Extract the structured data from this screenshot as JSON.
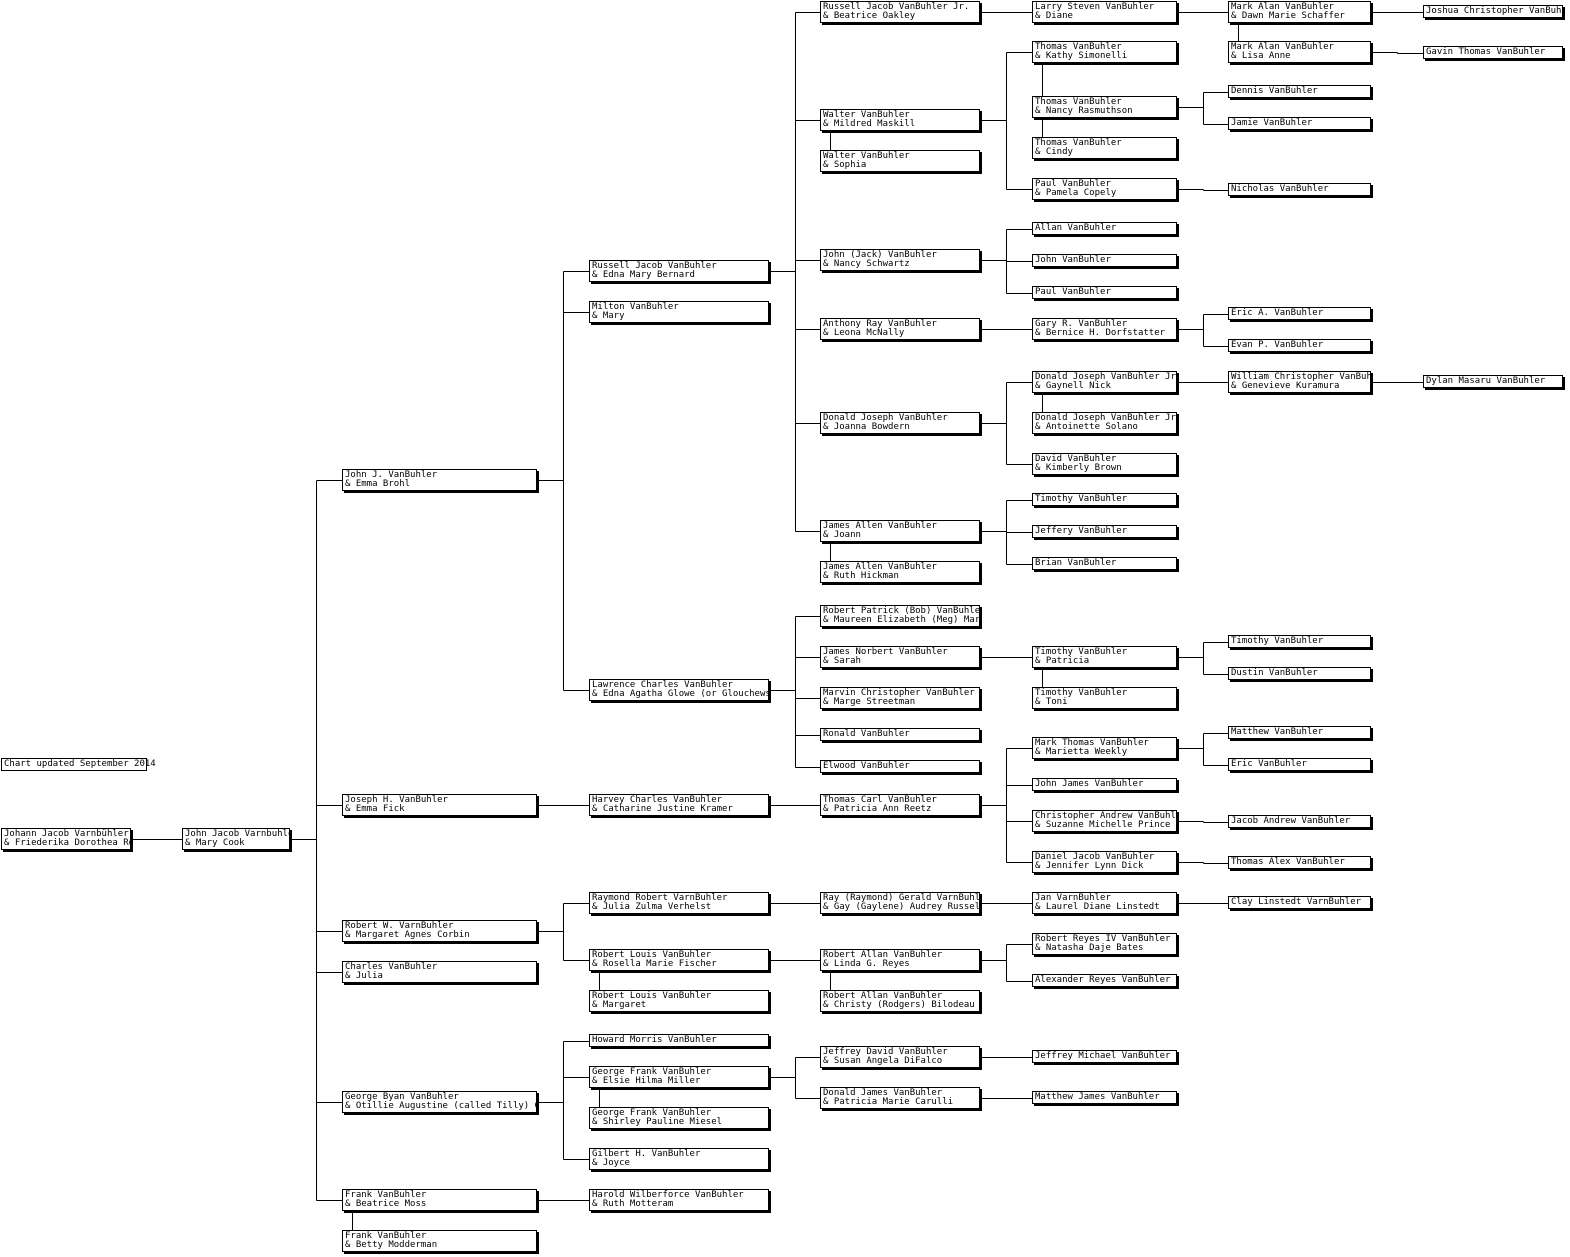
{
  "note": "Chart updated September 2014",
  "people": {
    "g0": [
      "Johann Jacob Varnbühler",
      "& Friederika Dorothea Renz"
    ],
    "g1": [
      "John Jacob Varnbuhler",
      "& Mary Cook"
    ],
    "john_j": [
      "John J. VanBuhler",
      "& Emma Brohl"
    ],
    "joseph_h": [
      "Joseph H. VanBuhler",
      "& Emma Fick"
    ],
    "robert_w": [
      "Robert W. VarnBuhler",
      "& Margaret Agnes Corbin"
    ],
    "charles": [
      "Charles VanBuhler",
      "& Julia"
    ],
    "george_byan": [
      "George Byan VanBuhler",
      "& Otillie Augustine (called Tilly) Guenther"
    ],
    "frank1": [
      "Frank VanBuhler",
      "& Beatrice Moss"
    ],
    "frank2": [
      "Frank VanBuhler",
      "& Betty Modderman"
    ],
    "russell": [
      "Russell Jacob VanBuhler",
      "& Edna Mary Bernard"
    ],
    "milton": [
      "Milton VanBuhler",
      "& Mary"
    ],
    "lawrence": [
      "Lawrence Charles VanBuhler",
      "& Edna Agatha Glowe (or Glouchewski)"
    ],
    "harvey": [
      "Harvey Charles VanBuhler",
      "& Catharine Justine Kramer"
    ],
    "raymond_r": [
      "Raymond Robert VarnBuhler",
      "& Julia Zulma Verhelst"
    ],
    "robert_l1": [
      "Robert Louis VanBuhler",
      "& Rosella Marie Fischer"
    ],
    "robert_l2": [
      "Robert Louis VanBuhler",
      "& Margaret"
    ],
    "howard": [
      "Howard Morris VanBuhler"
    ],
    "george_f1": [
      "George Frank VanBuhler",
      "& Elsie Hilma Miller"
    ],
    "george_f2": [
      "George Frank VanBuhler",
      "& Shirley Pauline Miesel"
    ],
    "gilbert": [
      "Gilbert H. VanBuhler",
      "& Joyce"
    ],
    "harold": [
      "Harold Wilberforce VanBuhler",
      "& Ruth Motteram"
    ],
    "russell_jr": [
      "Russell Jacob VanBuhler Jr.",
      "& Beatrice Oakley"
    ],
    "walter1": [
      "Walter VanBuhler",
      "& Mildred Maskill"
    ],
    "walter2": [
      "Walter VanBuhler",
      "& Sophia"
    ],
    "john_jack": [
      "John (Jack) VanBuhler",
      "& Nancy Schwartz"
    ],
    "anthony": [
      "Anthony Ray VanBuhler",
      "& Leona McNally"
    ],
    "donald_j": [
      "Donald Joseph VanBuhler",
      "& Joanna Bowdern"
    ],
    "james_a1": [
      "James Allen VanBuhler",
      "& Joann"
    ],
    "james_a2": [
      "James Allen VanBuhler",
      "& Ruth Hickman"
    ],
    "robert_p": [
      "Robert Patrick (Bob) VanBuhler",
      "& Maureen Elizabeth (Meg) Martin"
    ],
    "james_n": [
      "James Norbert VanBuhler",
      "& Sarah"
    ],
    "marvin": [
      "Marvin Christopher VanBuhler",
      "& Marge Streetman"
    ],
    "ronald": [
      "Ronald VanBuhler"
    ],
    "elwood": [
      "Elwood VanBuhler"
    ],
    "thomas_c": [
      "Thomas Carl VanBuhler",
      "& Patricia Ann Reetz"
    ],
    "ray_g": [
      "Ray (Raymond) Gerald VarnBuhler",
      "& Gay (Gaylene) Audrey Russell"
    ],
    "robert_a1": [
      "Robert Allan VanBuhler",
      "& Linda G. Reyes"
    ],
    "robert_a2": [
      "Robert Allan VanBuhler",
      "& Christy (Rodgers) Bilodeau"
    ],
    "jeffrey_d": [
      "Jeffrey David VanBuhler",
      "& Susan Angela DiFalco"
    ],
    "donald_james": [
      "Donald James VanBuhler",
      "& Patricia Marie Carulli"
    ],
    "larry": [
      "Larry Steven VanBuhler",
      "& Diane"
    ],
    "thomas_k": [
      "Thomas VanBuhler",
      "& Kathy Simonelli"
    ],
    "thomas_n": [
      "Thomas VanBuhler",
      "& Nancy Rasmuthson"
    ],
    "thomas_ci": [
      "Thomas VanBuhler",
      "& Cindy"
    ],
    "paul_p": [
      "Paul VanBuhler",
      "& Pamela Copely"
    ],
    "allan": [
      "Allan VanBuhler"
    ],
    "john_v": [
      "John VanBuhler"
    ],
    "paul_v": [
      "Paul VanBuhler"
    ],
    "gary": [
      "Gary R. VanBuhler",
      "& Bernice H. Dorfstatter"
    ],
    "donald_jr1": [
      "Donald Joseph VanBuhler Jr.",
      "& Gaynell Nick"
    ],
    "donald_jr2": [
      "Donald Joseph VanBuhler Jr.",
      "& Antoinette Solano"
    ],
    "david": [
      "David VanBuhler",
      "& Kimberly Brown"
    ],
    "timothy1": [
      "Timothy VanBuhler"
    ],
    "jeffery": [
      "Jeffery VanBuhler"
    ],
    "brian": [
      "Brian VanBuhler"
    ],
    "timothy_p": [
      "Timothy VanBuhler",
      "& Patricia"
    ],
    "timothy_t": [
      "Timothy VanBuhler",
      "& Toni"
    ],
    "mark_t": [
      "Mark Thomas VanBuhler",
      "& Marietta Weekly"
    ],
    "john_james": [
      "John James VanBuhler"
    ],
    "christopher": [
      "Christopher Andrew VanBuhler",
      "& Suzanne Michelle Prince"
    ],
    "daniel": [
      "Daniel Jacob VanBuhler",
      "& Jennifer Lynn Dick"
    ],
    "jan": [
      "Jan VarnBuhler",
      "& Laurel Diane Linstedt"
    ],
    "robert_r": [
      "Robert Reyes IV VanBuhler",
      "& Natasha Daje Bates"
    ],
    "alexander": [
      "Alexander Reyes VanBuhler"
    ],
    "jeffrey_m": [
      "Jeffrey Michael VanBuhler"
    ],
    "matthew_j": [
      "Matthew James VanBuhler"
    ],
    "mark_a1": [
      "Mark Alan VanBuhler",
      "& Dawn Marie Schaffer"
    ],
    "mark_a2": [
      "Mark Alan VanBuhler",
      "& Lisa Anne"
    ],
    "dennis": [
      "Dennis VanBuhler"
    ],
    "jamie": [
      "Jamie VanBuhler"
    ],
    "nicholas": [
      "Nicholas VanBuhler"
    ],
    "eric_a": [
      "Eric A. VanBuhler"
    ],
    "evan": [
      "Evan P. VanBuhler"
    ],
    "william": [
      "William Christopher VanBuhler",
      "& Genevieve Kuramura"
    ],
    "timothy2": [
      "Timothy VanBuhler"
    ],
    "dustin": [
      "Dustin VanBuhler"
    ],
    "matthew": [
      "Matthew VanBuhler"
    ],
    "eric": [
      "Eric VanBuhler"
    ],
    "jacob": [
      "Jacob Andrew VanBuhler"
    ],
    "thomas_alex": [
      "Thomas Alex VanBuhler"
    ],
    "clay": [
      "Clay Linstedt VarnBuhler"
    ],
    "joshua": [
      "Joshua Christopher VanBuhler"
    ],
    "gavin": [
      "Gavin Thomas VanBuhler"
    ],
    "dylan": [
      "Dylan Masaru VanBuhler"
    ]
  }
}
